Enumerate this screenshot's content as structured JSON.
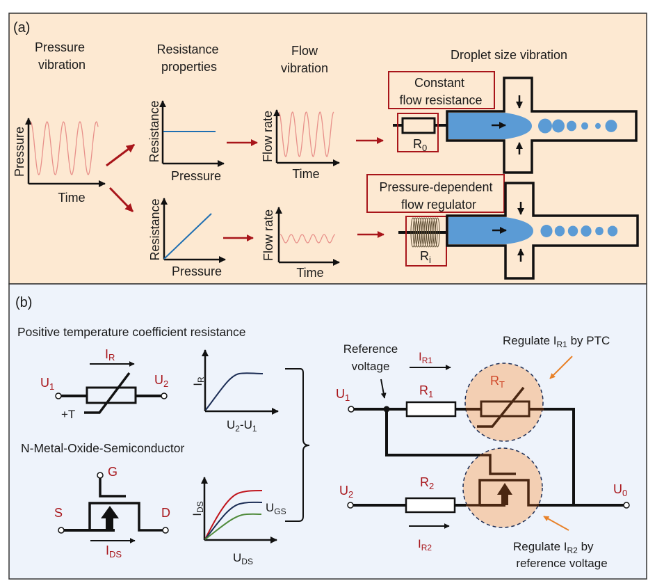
{
  "colors": {
    "panel_a_bg": "#fde9d2",
    "panel_b_bg": "#eef3fb",
    "accent_red": "#a8151a",
    "fluid_blue": "#5b9bd5",
    "resistance_line": "#1f6fb2",
    "pressure_wave": "#e8908a",
    "highlight_circle": "#f3cfb3",
    "highlight_stroke": "#4a2712",
    "callout_orange": "#e8822a",
    "curve_red": "#c0141c",
    "curve_navy": "#1c2d55",
    "curve_green": "#4f8a3a"
  },
  "panel_a": {
    "label": "(a)",
    "col_titles": {
      "pressure": [
        "Pressure",
        "vibration"
      ],
      "resistance": [
        "Resistance",
        "properties"
      ],
      "flow": [
        "Flow",
        "vibration"
      ],
      "droplet": "Droplet size vibration"
    },
    "pressure_plot": {
      "ylabel": "Pressure",
      "xlabel": "Time",
      "cycles": 4
    },
    "resistance_constant": {
      "ylabel": "Resistance",
      "xlabel": "Pressure",
      "behavior": "constant"
    },
    "resistance_linear": {
      "ylabel": "Resistance",
      "xlabel": "Pressure",
      "behavior": "linear increasing"
    },
    "flow_large": {
      "ylabel": "Flow rate",
      "xlabel": "Time",
      "amplitude": "large",
      "cycles": 4
    },
    "flow_small": {
      "ylabel": "Flow rate",
      "xlabel": "Time",
      "amplitude": "small",
      "cycles": 5
    },
    "device_top": {
      "box_label": [
        "Constant",
        "flow resistance"
      ],
      "resistor_label": "R",
      "resistor_sub": "0",
      "droplet_sizes": [
        1.0,
        0.9,
        0.7,
        0.5,
        0.4,
        0.85
      ]
    },
    "device_bottom": {
      "box_label": [
        "Pressure-dependent",
        "flow regulator"
      ],
      "resistor_label": "R",
      "resistor_sub": "i",
      "droplet_sizes": [
        0.95,
        0.8,
        0.8,
        0.85,
        0.65,
        0.8
      ]
    }
  },
  "panel_b": {
    "label": "(b)",
    "ptc": {
      "title": "Positive temperature coefficient resistance",
      "current": "I",
      "current_sub": "R",
      "u1": "U",
      "u1_sub": "1",
      "u2": "U",
      "u2_sub": "2",
      "temp": "+T",
      "plot_ylabel": "I",
      "plot_ylabel_sub": "R",
      "plot_xlabel_parts": [
        "U",
        "2",
        "-U",
        "1"
      ]
    },
    "nmos": {
      "title": "N-Metal-Oxide-Semiconductor",
      "gate": "G",
      "source": "S",
      "drain": "D",
      "current": "I",
      "current_sub": "DS",
      "plot_ylabel": "I",
      "plot_ylabel_sub": "DS",
      "plot_xlabel": "U",
      "plot_xlabel_sub": "DS",
      "curve_label": "U",
      "curve_label_sub": "GS"
    },
    "circuit": {
      "ref_voltage": [
        "Reference",
        "voltage"
      ],
      "ir1": "I",
      "ir1_sub": "R1",
      "ir2": "I",
      "ir2_sub": "R2",
      "u1": "U",
      "u1_sub": "1",
      "u2": "U",
      "u2_sub": "2",
      "u0": "U",
      "u0_sub": "0",
      "r1": "R",
      "r1_sub": "1",
      "r2": "R",
      "r2_sub": "2",
      "rt": "R",
      "rt_sub": "T",
      "callout_top": {
        "prefix": "Regulate I",
        "sub": "R1",
        "suffix": " by PTC"
      },
      "callout_bottom": {
        "line1_prefix": "Regulate I",
        "line1_sub": "R2",
        "line1_suffix": " by",
        "line2": "reference voltage"
      }
    }
  }
}
